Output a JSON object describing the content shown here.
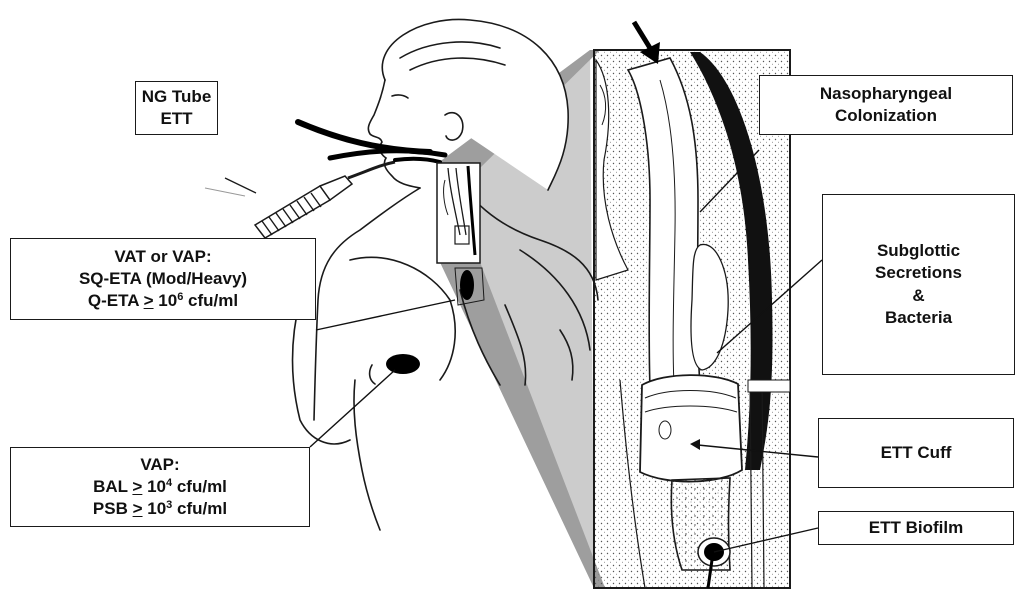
{
  "labels": {
    "ng_tube": {
      "lines": [
        "NG Tube",
        "ETT"
      ]
    },
    "vat_vap": {
      "title": "VAT or VAP:",
      "line1": "SQ-ETA  (Mod/Heavy)",
      "line2": {
        "prefix": "Q-ETA ",
        "op": ">",
        "num": " 10",
        "exp": "6",
        "unit": " cfu/ml"
      }
    },
    "vap": {
      "title": "VAP:",
      "bal": {
        "prefix": "BAL ",
        "op": ">",
        "num": " 10",
        "exp": "4",
        "unit": " cfu/ml"
      },
      "psb": {
        "prefix": "PSB ",
        "op": ">",
        "num": " 10",
        "exp": "3",
        "unit": " cfu/ml"
      }
    },
    "nasopharyngeal": {
      "lines": [
        "Nasopharyngeal",
        "Colonization"
      ]
    },
    "subglottic": {
      "lines": [
        "Subglottic",
        "Secretions",
        "&",
        "Bacteria"
      ]
    },
    "ett_cuff": {
      "text": "ETT Cuff"
    },
    "ett_biofilm": {
      "text": "ETT Biofilm"
    }
  },
  "colors": {
    "ink": "#111111",
    "fill_dark": "#000000",
    "zoom_wedge": "#9a9a9a",
    "stipple": "#d9d9d9"
  }
}
